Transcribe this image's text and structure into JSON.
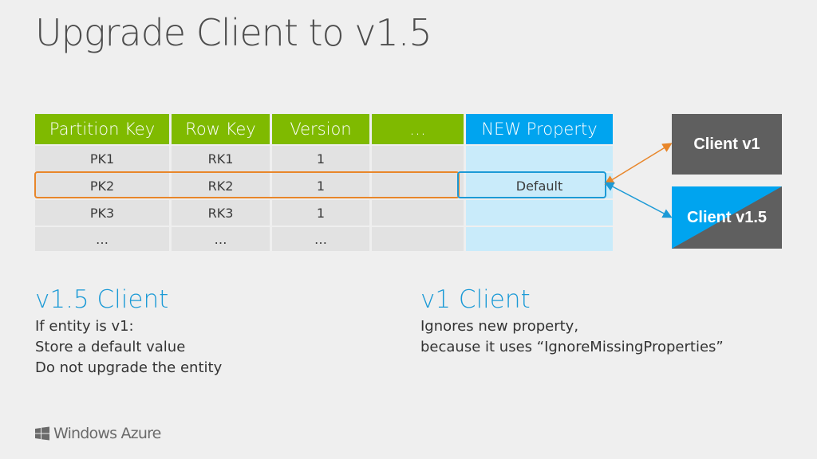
{
  "title": "Upgrade Client to v1.5",
  "table": {
    "headers": [
      "Partition Key",
      "Row Key",
      "Version",
      "…",
      "NEW Property"
    ],
    "rows": [
      [
        "PK1",
        "RK1",
        "1",
        "",
        ""
      ],
      [
        "PK2",
        "RK2",
        "1",
        "",
        "Default"
      ],
      [
        "PK3",
        "RK3",
        "1",
        "",
        ""
      ],
      [
        "…",
        "…",
        "…",
        "",
        ""
      ]
    ],
    "colors": {
      "header_green": "#7fba00",
      "header_blue": "#00a4ef",
      "new_column": "#c9ebfa",
      "row_fill": "#e2e2e2",
      "highlight_orange": "#e8862a",
      "highlight_blue": "#1c9ad6"
    }
  },
  "clients": {
    "v1": {
      "label": "Client v1",
      "color": "#5f5f5f"
    },
    "v15": {
      "label": "Client v1.5",
      "color": "#00a4ef"
    }
  },
  "sections": {
    "v15_client": {
      "heading": "v1.5 Client",
      "lines": [
        "If entity is v1:",
        "Store a default value",
        "Do not upgrade the entity"
      ]
    },
    "v1_client": {
      "heading": "v1 Client",
      "lines": [
        "Ignores new property,",
        "because it uses “IgnoreMissingProperties”"
      ]
    }
  },
  "footer": {
    "logo_text": "Windows Azure",
    "logo_icon": "windows-flag-icon"
  }
}
